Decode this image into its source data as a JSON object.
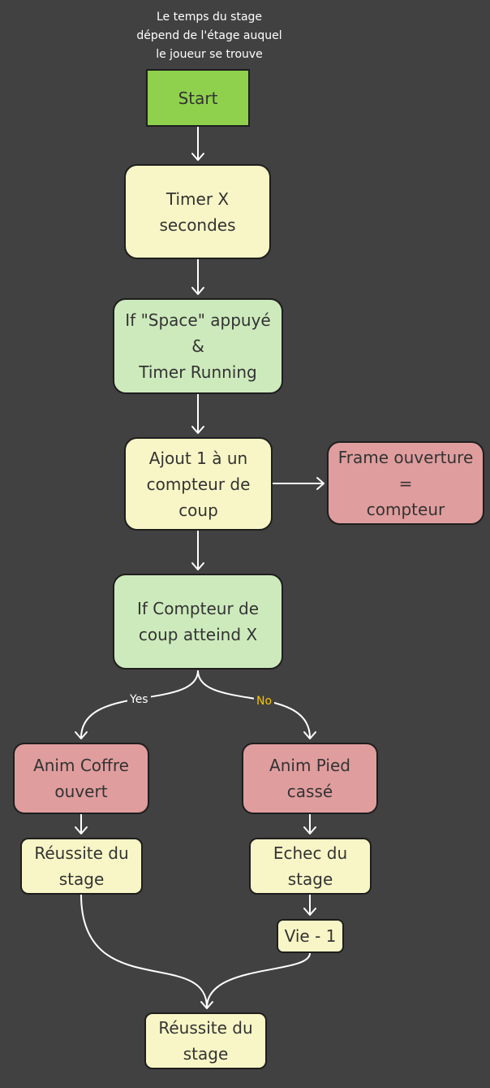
{
  "note": "Le temps du stage\ndépend de l'étage auquel\nle joueur se trouve",
  "nodes": {
    "start": "Start",
    "timer": "Timer X\nsecondes",
    "if_space": "If \"Space\" appuyé\n&\nTimer Running",
    "ajout": "Ajout 1 à un\ncompteur de\ncoup",
    "frame": "Frame ouverture\n=\ncompteur",
    "if_compteur": "If Compteur de\ncoup atteind X",
    "anim_coffre": "Anim Coffre\nouvert",
    "anim_pied": "Anim Pied\ncassé",
    "reussite_1": "Réussite du\nstage",
    "echec": "Echec du\nstage",
    "vie": "Vie - 1",
    "reussite_2": "Réussite du\nstage"
  },
  "edge_labels": {
    "yes": "Yes",
    "no": "No"
  },
  "colors": {
    "background": "#414141",
    "start": "#8fd14d",
    "process": "#f8f6c6",
    "decision": "#cdeabc",
    "animation": "#e09d9e",
    "no_label": "#f5c400"
  }
}
